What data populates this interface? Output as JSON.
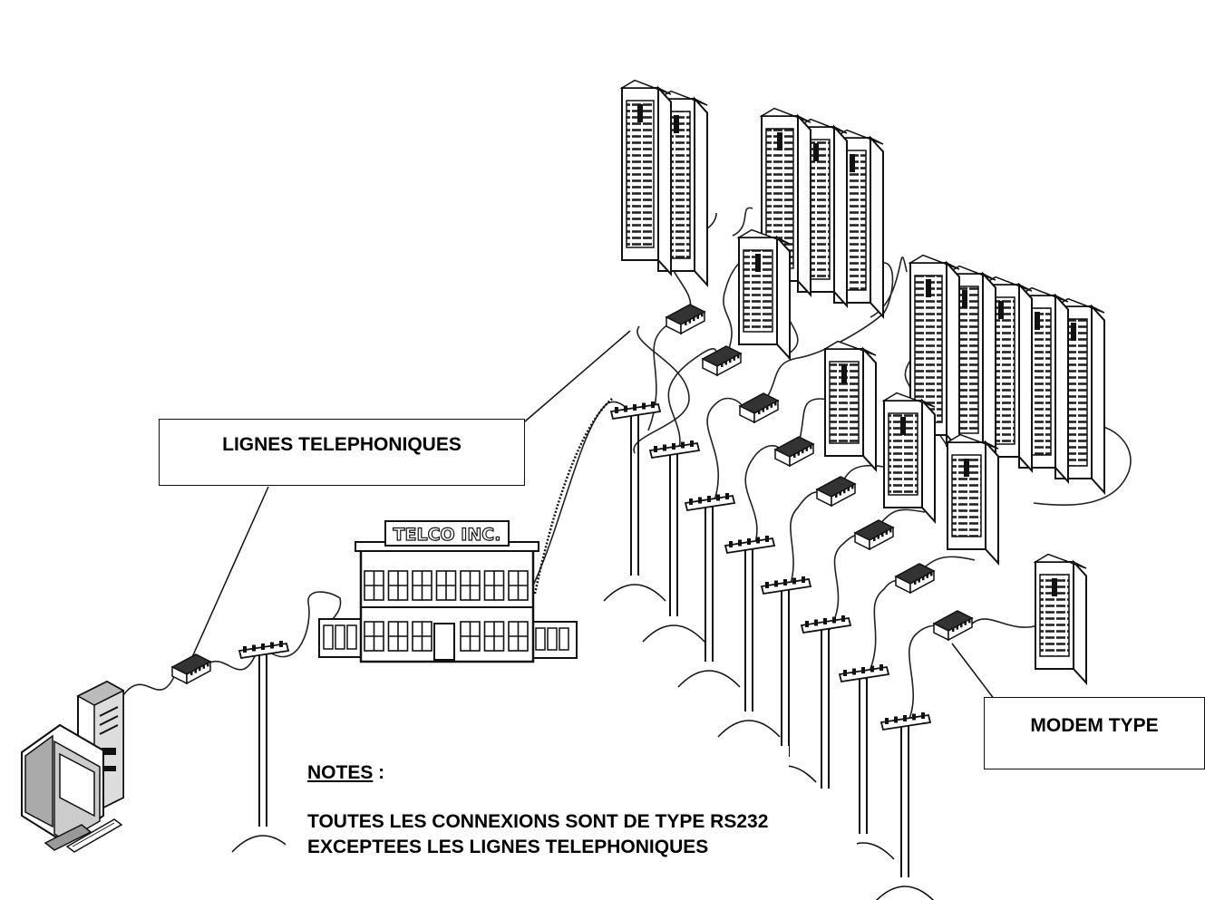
{
  "labels": {
    "telephone_lines": "LIGNES TELEPHONIQUES",
    "modem_type": "MODEM TYPE"
  },
  "notes": {
    "title": "NOTES",
    "title_suffix": " :",
    "body": "TOUTES LES CONNEXIONS SONT DE TYPE RS232 EXCEPTEES LES LIGNES TELEPHONIQUES"
  },
  "building": {
    "sign": "TELCO  INC."
  },
  "icons": [
    "computer-icon",
    "modem-icon",
    "telephone-pole-icon",
    "building-icon",
    "control-cabinet-icon"
  ],
  "colors": {
    "ink": "#111111",
    "paper": "#ffffff",
    "shade": "#555555"
  }
}
